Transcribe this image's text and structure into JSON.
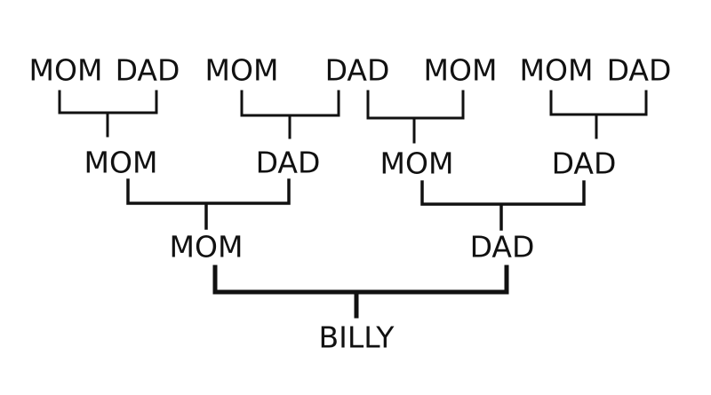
{
  "tree": {
    "child": "BILLY",
    "parents": {
      "mother": "MOM",
      "father": "DAD"
    },
    "grandparents": {
      "maternal": {
        "mother": "MOM",
        "father": "DAD"
      },
      "paternal": {
        "mother": "MOM",
        "father": "DAD"
      }
    },
    "great_grandparents": {
      "maternal_mother_parents": {
        "mother": "MOM",
        "father": "DAD"
      },
      "maternal_father_parents": {
        "mother": "MOM",
        "father": "DAD"
      },
      "paternal_mother_parents": {
        "mother": "DAD",
        "father": "MOM"
      },
      "paternal_father_parents": {
        "mother": "MOM",
        "father": "DAD"
      }
    }
  },
  "line_color": "#111111"
}
